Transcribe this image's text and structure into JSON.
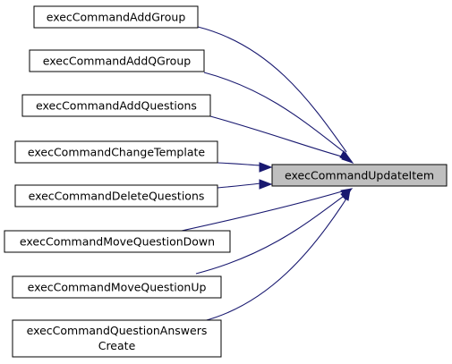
{
  "target": {
    "label": "execCommandUpdateItem"
  },
  "callers": [
    {
      "label": "execCommandAddGroup"
    },
    {
      "label": "execCommandAddQGroup"
    },
    {
      "label": "execCommandAddQuestions"
    },
    {
      "label": "execCommandChangeTemplate"
    },
    {
      "label": "execCommandDeleteQuestions"
    },
    {
      "label": "execCommandMoveQuestionDown"
    },
    {
      "label": "execCommandMoveQuestionUp"
    },
    {
      "label_line1": "execCommandQuestionAnswers",
      "label_line2": "Create"
    }
  ],
  "colors": {
    "edge": "#191970",
    "target_fill": "#bfbfbf",
    "node_fill": "#ffffff",
    "node_border": "#000000"
  }
}
